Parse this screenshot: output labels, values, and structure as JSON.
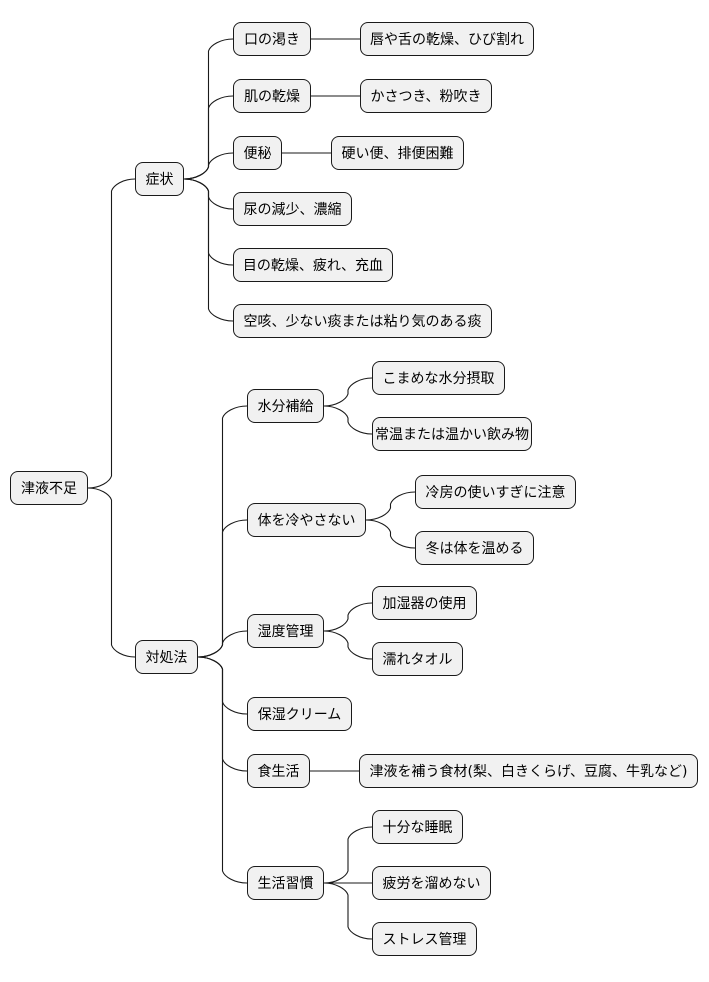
{
  "root": "津液不足",
  "branches": [
    {
      "label": "症状",
      "children": [
        {
          "label": "口の渇き",
          "children": [
            {
              "label": "唇や舌の乾燥、ひび割れ"
            }
          ]
        },
        {
          "label": "肌の乾燥",
          "children": [
            {
              "label": "かさつき、粉吹き"
            }
          ]
        },
        {
          "label": "便秘",
          "children": [
            {
              "label": "硬い便、排便困難"
            }
          ]
        },
        {
          "label": "尿の減少、濃縮"
        },
        {
          "label": "目の乾燥、疲れ、充血"
        },
        {
          "label": "空咳、少ない痰または粘り気のある痰"
        }
      ]
    },
    {
      "label": "対処法",
      "children": [
        {
          "label": "水分補給",
          "children": [
            {
              "label": "こまめな水分摂取"
            },
            {
              "label": "常温または温かい飲み物"
            }
          ]
        },
        {
          "label": "体を冷やさない",
          "children": [
            {
              "label": "冷房の使いすぎに注意"
            },
            {
              "label": "冬は体を温める"
            }
          ]
        },
        {
          "label": "湿度管理",
          "children": [
            {
              "label": "加湿器の使用"
            },
            {
              "label": "濡れタオル"
            }
          ]
        },
        {
          "label": "保湿クリーム"
        },
        {
          "label": "食生活",
          "children": [
            {
              "label": "津液を補う食材(梨、白きくらげ、豆腐、牛乳など)"
            }
          ]
        },
        {
          "label": "生活習慣",
          "children": [
            {
              "label": "十分な睡眠"
            },
            {
              "label": "疲労を溜めない"
            },
            {
              "label": "ストレス管理"
            }
          ]
        }
      ]
    }
  ]
}
